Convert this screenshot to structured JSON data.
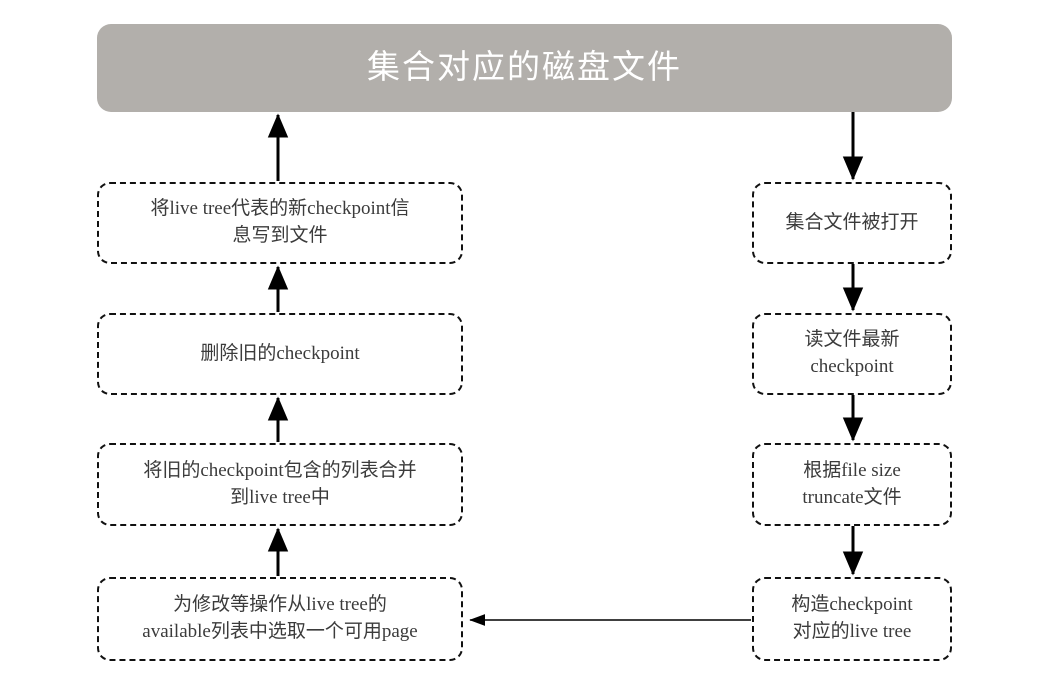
{
  "diagram": {
    "title": "集合对应的磁盘文件",
    "banner": {
      "label": "集合对应的磁盘文件",
      "bg_color": "#b2afab",
      "text_color": "#ffffff"
    },
    "left_column": [
      {
        "id": "write-checkpoint",
        "label": "将live tree代表的新checkpoint信\n息写到文件"
      },
      {
        "id": "delete-old-checkpoint",
        "label": "删除旧的checkpoint"
      },
      {
        "id": "merge-old-checkpoint",
        "label": "将旧的checkpoint包含的列表合并\n到live tree中"
      },
      {
        "id": "pick-available-page",
        "label": "为修改等操作从live tree的\navailable列表中选取一个可用page"
      }
    ],
    "right_column": [
      {
        "id": "open-file",
        "label": "集合文件被打开"
      },
      {
        "id": "read-latest-checkpoint",
        "label": "读文件最新\ncheckpoint"
      },
      {
        "id": "truncate-file",
        "label": "根据file size\ntruncate文件"
      },
      {
        "id": "build-live-tree",
        "label": "构造checkpoint\n对应的live tree"
      }
    ],
    "edges": [
      {
        "id": "edge-banner-to-open-file",
        "from": "banner",
        "to": "open-file",
        "direction": "down"
      },
      {
        "id": "edge-open-file-to-read-checkpoint",
        "from": "open-file",
        "to": "read-latest-checkpoint",
        "direction": "down"
      },
      {
        "id": "edge-read-checkpoint-to-truncate",
        "from": "read-latest-checkpoint",
        "to": "truncate-file",
        "direction": "down"
      },
      {
        "id": "edge-truncate-to-build-live-tree",
        "from": "truncate-file",
        "to": "build-live-tree",
        "direction": "down"
      },
      {
        "id": "edge-build-live-tree-to-pick-page",
        "from": "build-live-tree",
        "to": "pick-available-page",
        "direction": "left"
      },
      {
        "id": "edge-pick-page-to-merge",
        "from": "pick-available-page",
        "to": "merge-old-checkpoint",
        "direction": "up"
      },
      {
        "id": "edge-merge-to-delete",
        "from": "merge-old-checkpoint",
        "to": "delete-old-checkpoint",
        "direction": "up"
      },
      {
        "id": "edge-delete-to-write",
        "from": "delete-old-checkpoint",
        "to": "write-checkpoint",
        "direction": "up"
      },
      {
        "id": "edge-write-to-banner",
        "from": "write-checkpoint",
        "to": "banner",
        "direction": "up"
      }
    ],
    "style": {
      "node_border_color": "#111111",
      "node_text_color": "#3b3b3b",
      "arrow_color": "#000000",
      "background": "#ffffff"
    }
  }
}
